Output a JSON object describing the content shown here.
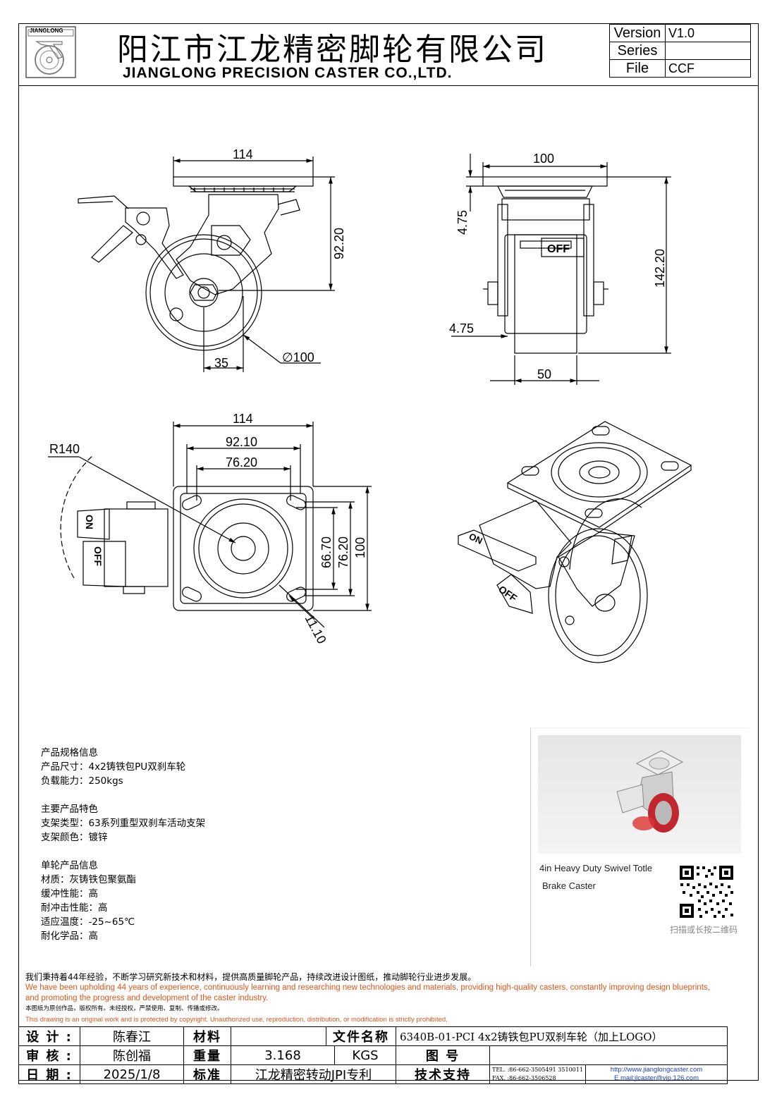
{
  "header": {
    "logo_text": "JIANGLONG",
    "company_cn": "阳江市江龙精密脚轮有限公司",
    "company_en": "JIANGLONG PRECISION CASTER CO.,LTD.",
    "version_label": "Version",
    "version_value": "V1.0",
    "series_label": "Series",
    "series_value": "",
    "file_label": "File",
    "file_value": "CCF"
  },
  "dimensions": {
    "side_width": "114",
    "side_height": "92.20",
    "side_offset": "35",
    "side_diameter": "∅100",
    "front_width": "100",
    "front_top": "4.75",
    "front_height": "142.20",
    "front_mid": "4.75",
    "front_wheel": "50",
    "plan_width": "114",
    "plan_hole_outer": "92.10",
    "plan_hole_inner": "76.20",
    "plan_radius": "R140",
    "plan_h1": "66.70",
    "plan_h2": "76.20",
    "plan_h3": "100",
    "plan_slot": "11.10"
  },
  "labels": {
    "on": "ON",
    "off": "OFF"
  },
  "spec": {
    "g1_title": "产品规格信息",
    "g1_l1": "产品尺寸：4x2铸铁包PU双刹车轮",
    "g1_l2": "负载能力：250kgs",
    "g2_title": "主要产品特色",
    "g2_l1": "支架类型：63系列重型双刹车活动支架",
    "g2_l2": "支架颜色：镀锌",
    "g3_title": "单轮产品信息",
    "g3_l1": "材质：灰铸铁包聚氨酯",
    "g3_l2": "缓冲性能：高",
    "g3_l3": "耐冲击性能：高",
    "g3_l4": "适应温度：-25~65℃",
    "g3_l5": "耐化学品：高"
  },
  "photo": {
    "caption1": "4in Heavy Duty Swivel Totle",
    "caption2": "Brake Caster",
    "qr_caption": "扫描或长按二维码"
  },
  "statement": {
    "cn": "我们秉持着44年经验，不断学习研究新技术和材料，提供高质量脚轮产品，持续改进设计图纸，推动脚轮行业进步发展。",
    "en1": "We have been upholding 44 years of experience, continuously learning and researching new technologies and materials, providing high-quality casters, constantly improving design blueprints,",
    "en2": "and promoting the progress and development of the caster industry.",
    "cn_small": "本图纸为原创作品，版权所有。未经授权，严禁使用、复制、传播或修改。",
    "en_small": "This drawing is an original work and is protected by copyright. Unauthorized use, reproduction, distribution, or modification is strictly prohibited."
  },
  "titleblock": {
    "design_label": "设 计 :",
    "design_value": "陈春江",
    "material_label": "材料",
    "material_value": "",
    "filename_label": "文件名称",
    "filename_value": "6340B-01-PCI 4x2铸铁包PU双刹车轮（加上LOGO）",
    "review_label": "审 核 :",
    "review_value": "陈创福",
    "weight_label": "重量",
    "weight_value": "3.168",
    "weight_unit": "KGS",
    "drawing_no_label": "图 号",
    "drawing_no_value": "",
    "date_label": "日 期 :",
    "date_value": "2025/1/8",
    "standard_label": "标准",
    "standard_value": "江龙精密转动JPI专利",
    "tech_label": "技术支持",
    "tel": "TEL. :86-662-3505491  3510011",
    "fax": "FAX. :86-662-3506528",
    "website": "http://www.jianglongcaster.com",
    "email": "E.mail:jlcaster@vip.126.com"
  }
}
